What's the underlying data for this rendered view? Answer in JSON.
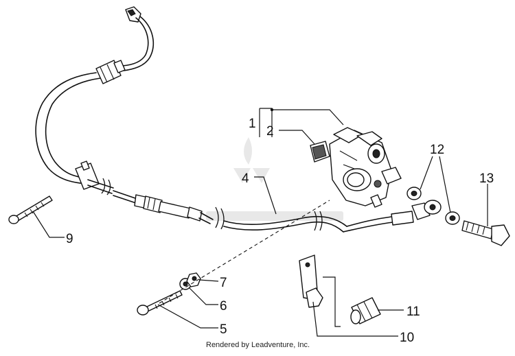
{
  "diagram": {
    "callouts": [
      {
        "id": "1",
        "label": "1"
      },
      {
        "id": "2",
        "label": "2"
      },
      {
        "id": "4",
        "label": "4"
      },
      {
        "id": "5",
        "label": "5"
      },
      {
        "id": "6",
        "label": "6"
      },
      {
        "id": "7",
        "label": "7"
      },
      {
        "id": "9",
        "label": "9"
      },
      {
        "id": "10",
        "label": "10"
      },
      {
        "id": "11",
        "label": "11"
      },
      {
        "id": "12",
        "label": "12"
      },
      {
        "id": "13",
        "label": "13"
      }
    ],
    "footer": "Rendered by Leadventure, Inc."
  }
}
